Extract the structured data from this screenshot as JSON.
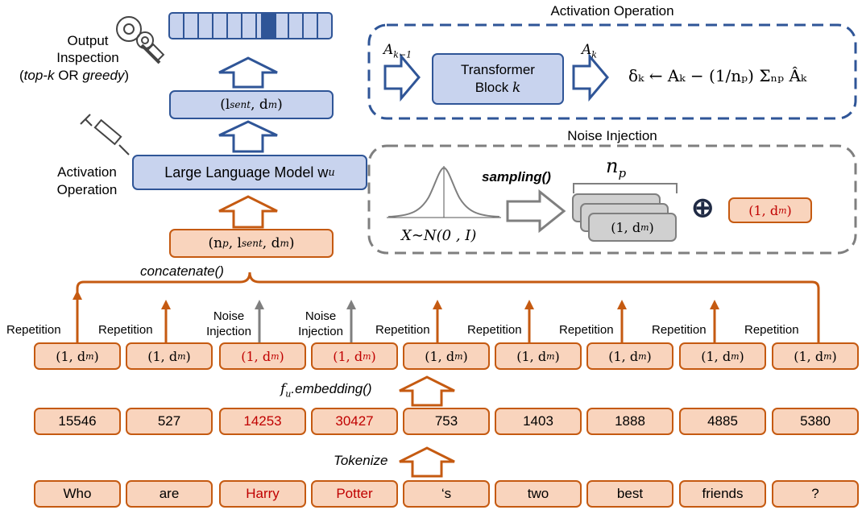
{
  "tokens": [
    "Who",
    "are",
    "Harry",
    "Potter",
    "‘s",
    "two",
    "best",
    "friends",
    "?"
  ],
  "token_ids": [
    "15546",
    "527",
    "14253",
    "30427",
    "753",
    "1403",
    "1888",
    "4885",
    "5380"
  ],
  "highlight_indices": [
    2,
    3
  ],
  "embedding_vector": "(1, d",
  "embedding_sub": "m",
  "embedding_close": ")",
  "per_token_ops": [
    "Repetition",
    "Repetition",
    "Noise Injection",
    "Noise Injection",
    "Repetition",
    "Repetition",
    "Repetition",
    "Repetition",
    "Repetition"
  ],
  "tokenize_label": "Tokenize",
  "embedding_label_prefix": "f",
  "embedding_label_sub": "u",
  "embedding_label_suffix": ".embedding()",
  "concat_label": "concatenate()",
  "concat_shape": {
    "open": "(n",
    "s1": "p",
    "mid": ", l",
    "s2": "sent",
    "mid2": ", d",
    "s3": "m",
    "close": ")"
  },
  "llm": {
    "text": "Large Language Model w",
    "sub": "u"
  },
  "activation_operation_label": "Activation\nOperation",
  "output_shape": {
    "open": "(l",
    "s1": "sent",
    "mid": ", d",
    "s2": "m",
    "close": ")"
  },
  "output_inspection": {
    "line1": "Output",
    "line2": "Inspection",
    "open": "(",
    "topk": "top-k",
    "or": " OR ",
    "greedy": "greedy",
    "close": ")"
  },
  "activation_panel": {
    "title": "Activation Operation",
    "a_in": "A",
    "a_in_sub": "k−1",
    "a_out": "A",
    "a_out_sub": "k",
    "block_line1": "Transformer",
    "block_line2": "Block ",
    "block_k": "k",
    "formula": "δₖ ← Aₖ − (1/nₚ) Σₙₚ Âₖ"
  },
  "noise_panel": {
    "title": "Noise Injection",
    "sampling": "sampling()",
    "dist": "X∼N(0 , I)",
    "np": "n",
    "np_sub": "p",
    "stack_label": "(1, d",
    "stack_sub": "m",
    "stack_close": ")",
    "plus": "⊕",
    "target": "(1, d",
    "target_sub": "m",
    "target_close": ")"
  },
  "colors": {
    "orange": "#c55a11",
    "orange_fill": "#f9d4bd",
    "blue": "#2f5597",
    "blue_fill": "#c8d3ee",
    "red": "#c00000",
    "gray": "#7f7f7f"
  }
}
